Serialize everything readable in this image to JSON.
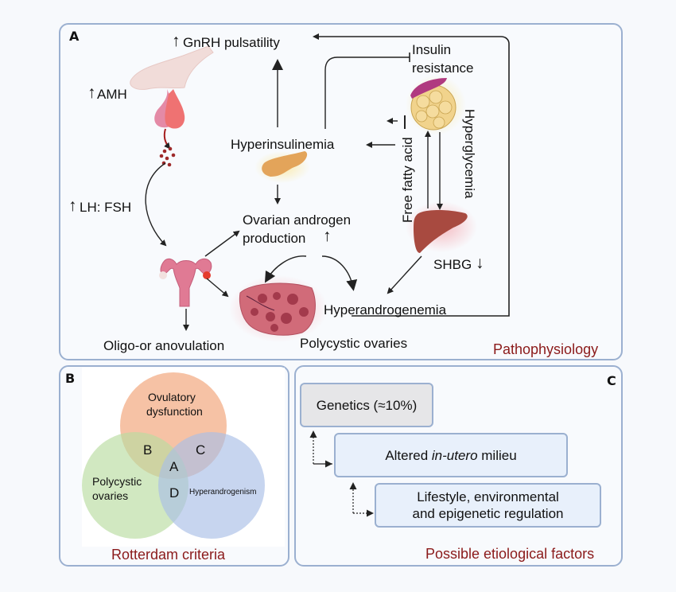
{
  "panel_a": {
    "label": "A",
    "caption": "Pathophysiology",
    "nodes": {
      "gnrh": "GnRH pulsatility",
      "amh": "AMH",
      "lh_fsh": "LH: FSH",
      "insulin_resistance_line1": "Insulin",
      "insulin_resistance_line2": "resistance",
      "hyperinsulinemia": "Hyperinsulinemia",
      "free_fatty_acid": "Free fatty acid",
      "hyperglycemia": "Hyperglycemia",
      "ovarian_androgen_line1": "Ovarian androgen",
      "ovarian_androgen_line2": "production",
      "shbg": "SHBG",
      "hyperandrogenemia": "Hyperandrogenemia",
      "oligo_anovulation": "Oligo-or anovulation",
      "polycystic_ovaries": "Polycystic ovaries"
    },
    "up_arrow": "↑",
    "down_arrow": "↓"
  },
  "panel_b": {
    "label": "B",
    "caption": "Rotterdam criteria",
    "circles": [
      {
        "name": "Ovulatory dysfunction",
        "line1": "Ovulatory",
        "line2": "dysfunction",
        "color": "#f4b38f"
      },
      {
        "name": "Polycystic ovaries",
        "line1": "Polycystic",
        "line2": "ovaries",
        "color": "#b9dca0"
      },
      {
        "name": "Hyperandrogenism",
        "line1": "Hyperandrogenism",
        "line2": "",
        "color": "#a9bfe6"
      }
    ],
    "regions": [
      "A",
      "B",
      "C",
      "D"
    ]
  },
  "panel_c": {
    "label": "C",
    "caption": "Possible etiological factors",
    "factors": [
      {
        "pre": "Genetics (≈10%)",
        "italic": "",
        "post": ""
      },
      {
        "pre": "Altered ",
        "italic": "in-utero",
        "post": " milieu"
      },
      {
        "line1": "Lifestyle, environmental",
        "line2": "and epigenetic regulation"
      }
    ]
  }
}
